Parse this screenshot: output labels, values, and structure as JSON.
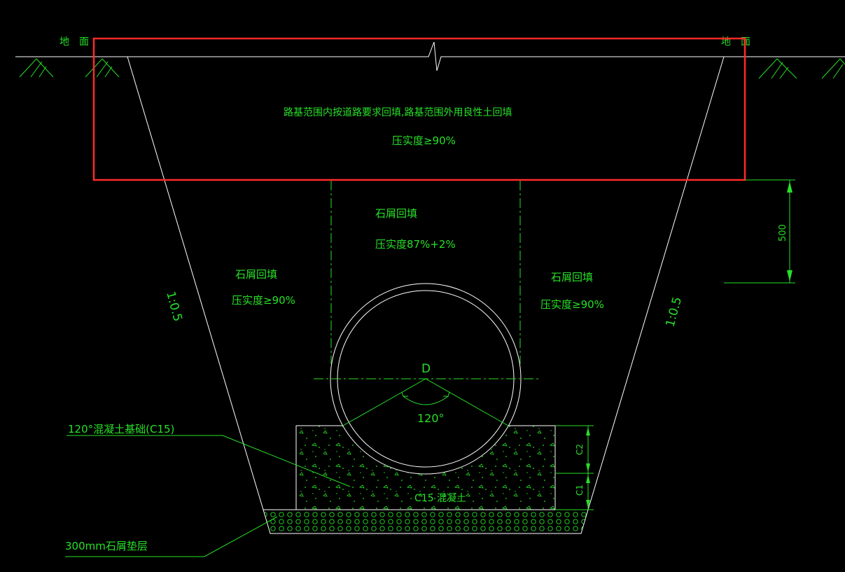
{
  "labels": {
    "ground_left": "地　面",
    "ground_right": "地　面",
    "fill_note_line1": "路基范围内按道路要求回填,路基范围外用良性土回填",
    "fill_note_line2": "压实度≥90%",
    "center_fill_title": "石屑回填",
    "center_fill_compaction": "压实度87%+2%",
    "left_fill_title": "石屑回填",
    "left_fill_compaction": "压实度≥90%",
    "right_fill_title": "石屑回填",
    "right_fill_compaction": "压实度≥90%",
    "slope_left": "1:0.5",
    "slope_right": "1:0.5",
    "pipe_diameter": "D",
    "angle": "120°",
    "base_callout": "120°混凝土基础(C15)",
    "base_concrete": "C15 混凝土",
    "cushion_callout": "300mm石屑垫层",
    "dim_500": "500",
    "dim_c2": "C2",
    "dim_c1": "C1"
  },
  "colors": {
    "background": "#000000",
    "line_white": "#ffffff",
    "line_green": "#27e027",
    "highlight_red": "#ff2a2a"
  }
}
